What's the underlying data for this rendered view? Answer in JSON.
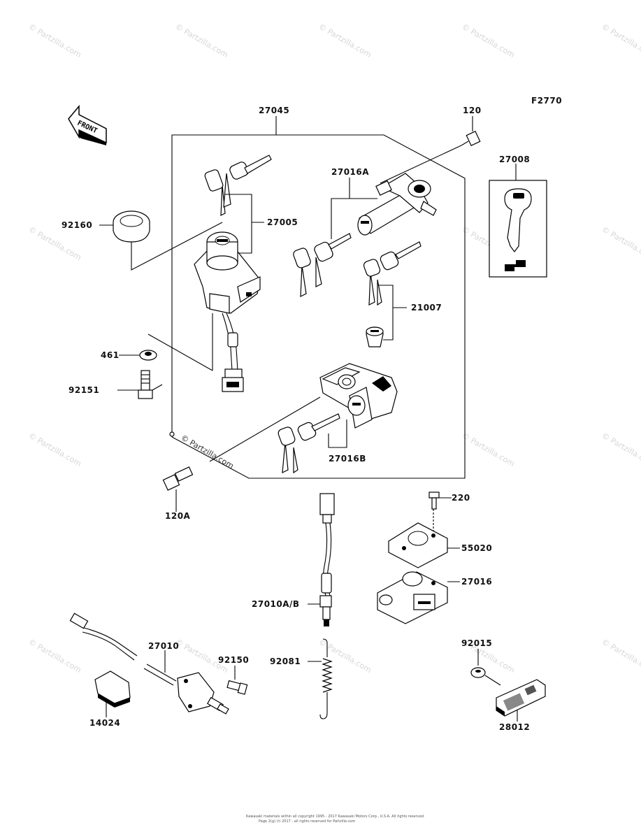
{
  "figure_code": "F2770",
  "front_label": "FRONT",
  "watermark": "© Partzilla.com",
  "footer": {
    "line1": "Kawasaki materials within all copyright 1995 - 2017 Kawasaki Motors Corp., U.S.A. All rights reserved.",
    "line2": "Page 2(g) (r) 2017 - all rights reserved for Partzilla.com"
  },
  "parts": {
    "p27045": "27045",
    "p120": "120",
    "p27008": "27008",
    "p27016A": "27016A",
    "p92160": "92160",
    "p27005": "27005",
    "p21007": "21007",
    "p461": "461",
    "p92151": "92151",
    "p27016B": "27016B",
    "p120A": "120A",
    "p220": "220",
    "p55020": "55020",
    "p27016": "27016",
    "p27010AB": "27010A/B",
    "p27010": "27010",
    "p92150": "92150",
    "p92081": "92081",
    "p14024": "14024",
    "p92015": "92015",
    "p28012": "28012"
  }
}
